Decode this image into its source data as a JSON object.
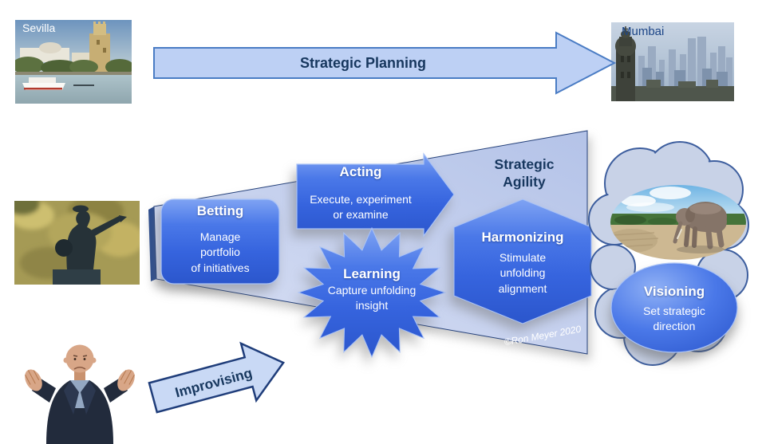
{
  "slide": {
    "copyright": "©Ron Meyer 2020"
  },
  "colors": {
    "navy_text": "#17375E",
    "shape_blue": "#3B6BE0",
    "light_arrow_fill": "#BDD0F4",
    "wedge_fill": "#C4D0EC",
    "cloud_fill": "#C8D2E7"
  },
  "photos": {
    "sevilla": {
      "label": "Sevilla"
    },
    "mumbai": {
      "label": "Mumbai"
    }
  },
  "arrows": {
    "planning": {
      "label": "Strategic Planning"
    },
    "improvising": {
      "label": "Improvising"
    }
  },
  "agility": {
    "label": "Strategic\nAgility"
  },
  "shapes": {
    "betting": {
      "title": "Betting",
      "desc": "Manage\nportfolio\nof initiatives"
    },
    "acting": {
      "title": "Acting",
      "desc": "Execute, experiment\nor examine"
    },
    "learning": {
      "title": "Learning",
      "desc": "Capture unfolding\ninsight"
    },
    "harmonizing": {
      "title": "Harmonizing",
      "desc": "Stimulate\nunfolding\nalignment"
    },
    "visioning": {
      "title": "Visioning",
      "desc": "Set strategic\ndirection"
    }
  }
}
